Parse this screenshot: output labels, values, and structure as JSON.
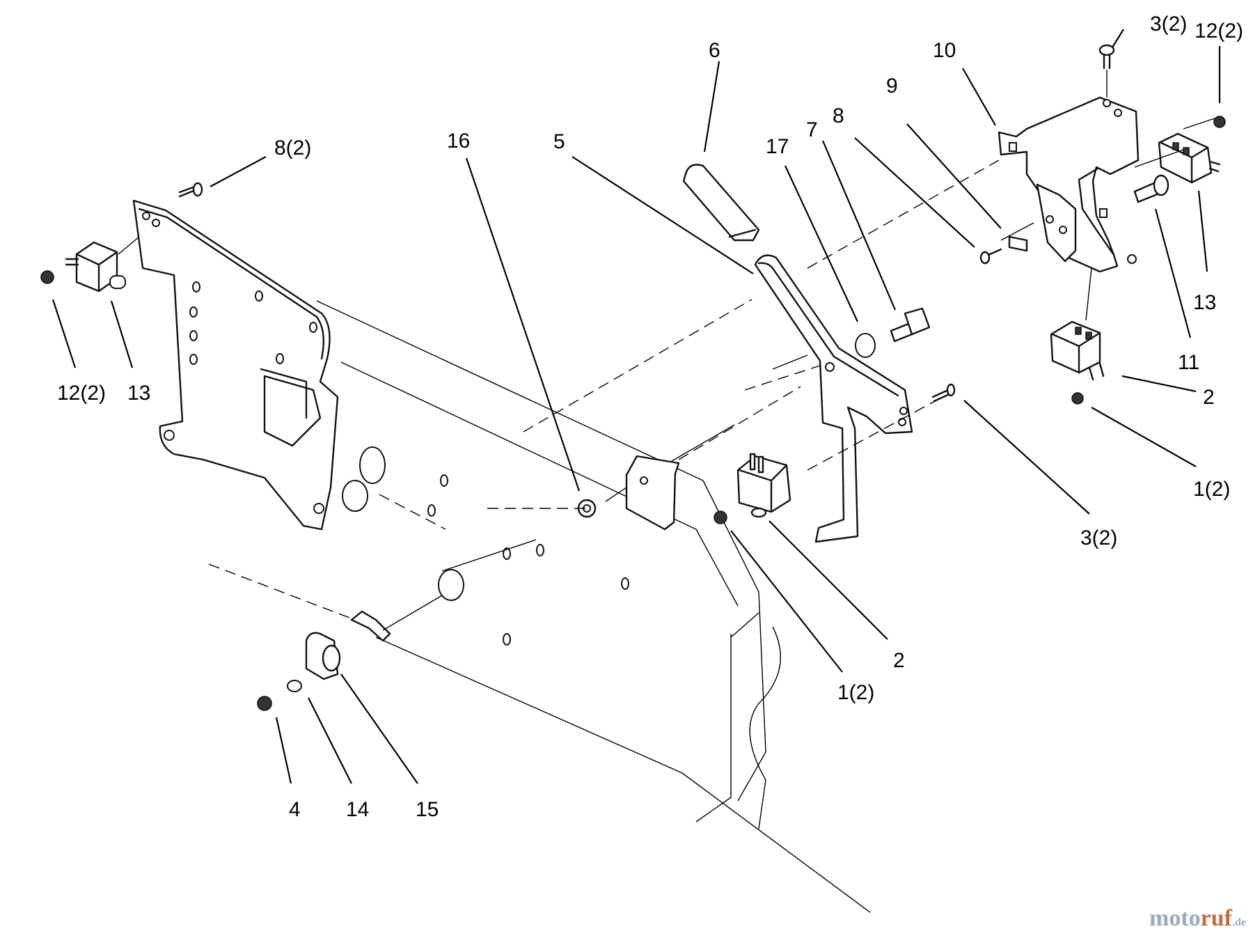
{
  "callouts": [
    {
      "id": "c6",
      "label": "6"
    },
    {
      "id": "c10",
      "label": "10"
    },
    {
      "id": "c3a",
      "label": "3(2)"
    },
    {
      "id": "c12a",
      "label": "12(2)"
    },
    {
      "id": "c9",
      "label": "9"
    },
    {
      "id": "c8",
      "label": "8"
    },
    {
      "id": "c7",
      "label": "7"
    },
    {
      "id": "c17",
      "label": "17"
    },
    {
      "id": "c16",
      "label": "16"
    },
    {
      "id": "c5",
      "label": "5"
    },
    {
      "id": "c8b",
      "label": "8(2)"
    },
    {
      "id": "c12b",
      "label": "12(2)"
    },
    {
      "id": "c13a",
      "label": "13"
    },
    {
      "id": "c13b",
      "label": "13"
    },
    {
      "id": "c11",
      "label": "11"
    },
    {
      "id": "c2a",
      "label": "2"
    },
    {
      "id": "c1a",
      "label": "1(2)"
    },
    {
      "id": "c3b",
      "label": "3(2)"
    },
    {
      "id": "c2b",
      "label": "2"
    },
    {
      "id": "c1b",
      "label": "1(2)"
    },
    {
      "id": "c4",
      "label": "4"
    },
    {
      "id": "c14",
      "label": "14"
    },
    {
      "id": "c15",
      "label": "15"
    }
  ],
  "watermark": {
    "part1": "moto",
    "part2": "ruf",
    "part3": ".de"
  },
  "colors": {
    "ink": "#000000",
    "watermark_blue": "#9aa8c6",
    "watermark_orange": "#c96a3a"
  }
}
